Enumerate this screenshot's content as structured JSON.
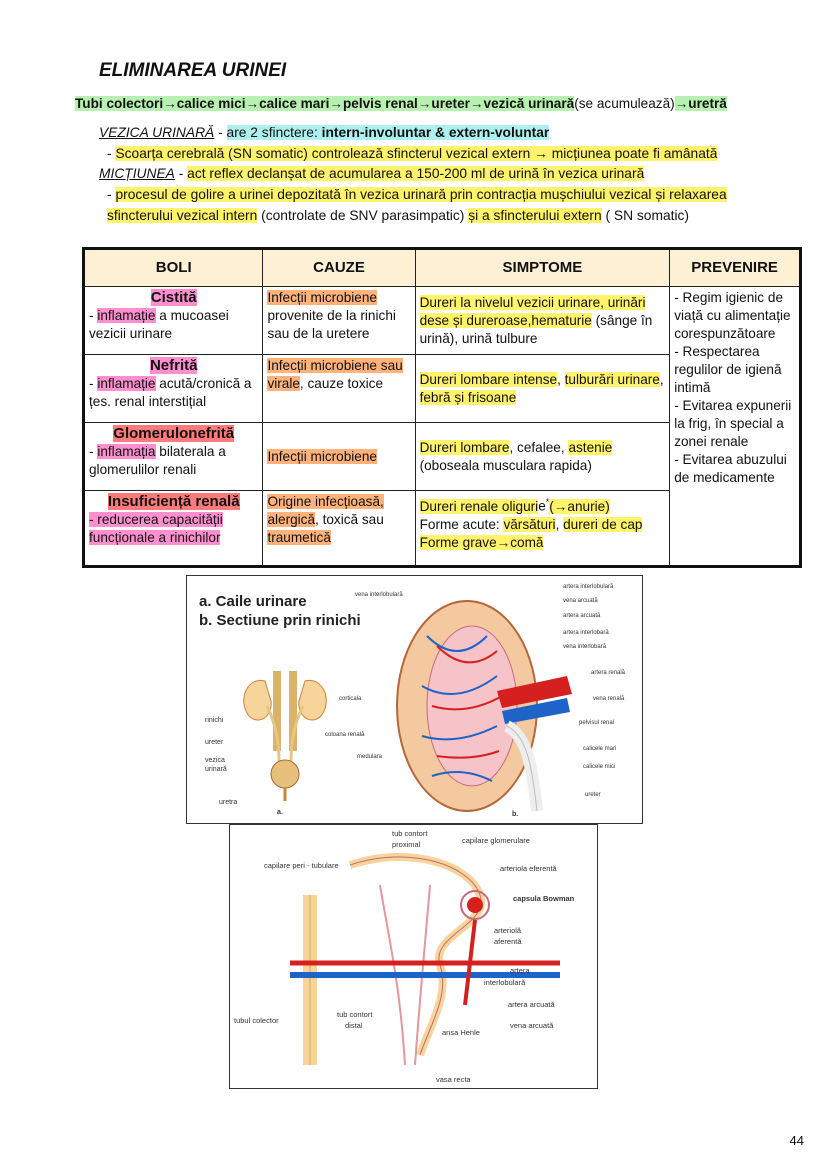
{
  "title": "ELIMINAREA URINEI",
  "flow": {
    "p1": "Tubi colectori",
    "a1": "→",
    "p2": "calice mici",
    "a2": "→",
    "p3": "calice mari",
    "a3": "→",
    "p4": "pelvis renal",
    "a4": "→",
    "p5": "ureter",
    "a5": "→",
    "p6": "vezică urinară",
    "p6b": "(se acumulează)",
    "a6": "→",
    "p7": "uretră"
  },
  "vezica": {
    "label": "VEZICA URINARĂ",
    "sep": " - ",
    "text1": "are 2 sfinctere: ",
    "text2": "intern-involuntar & extern-voluntar"
  },
  "scoarta": {
    "dash": "- ",
    "text": "Scoarța cerebrală (SN somatic) controlează sfincterul vezical extern → micțiunea poate fi amânată"
  },
  "mictiunea": {
    "label": "MICȚIUNEA",
    "sep": " - ",
    "text": "act reflex declanșat de acumularea a 150-200 ml de urină în vezica urinară"
  },
  "proces": {
    "dash": "- ",
    "l1": "procesul de golire a urinei depozitată în vezica urinară prin contracția mușchiului vezical și relaxarea",
    "l2a": "sfincterului vezical intern",
    "l2b": " (controlate de SNV parasimpatic) ",
    "l2c": "și a sfincterului extern",
    "l2d": " ( SN somatic)"
  },
  "table": {
    "headers": [
      "BOLI",
      "CAUZE",
      "SIMPTOME",
      "PREVENIRE"
    ],
    "rows": [
      {
        "name": "Cistită",
        "d1": "- ",
        "d2": "inflamație",
        "d3": " a mucoasei vezicii urinare",
        "c1": "Infecții microbiene",
        "c2": " provenite de la rinichi sau de la uretere",
        "s1": "Dureri la nivelul vezicii urinare, urinări dese și dureroase,hematurie",
        "s2": " (sânge în urină), urină tulbure"
      },
      {
        "name": "Nefrită",
        "d1": "- ",
        "d2": "inflamație",
        "d3": " acută/cronică a țes. renal interstițial",
        "c1": "Infecții microbiene sau virale",
        "c2": ", cauze toxice",
        "s1": "Dureri lombare intense",
        "s2": ", ",
        "s3": "tulburări urinare",
        "s4": ", ",
        "s5": "febră și frisoane"
      },
      {
        "name": "Glomerulonefrită",
        "d1": "- ",
        "d2": "inflamația",
        "d3": " bilaterala a glomerulilor renali",
        "c1": "Infecții microbiene",
        "s1": "Dureri lombare",
        "s2": ", cefalee, ",
        "s3": "astenie",
        "s4": " (oboseala musculara rapida)"
      },
      {
        "name": "Insuficiență renală",
        "d1": "- reducerea capacității funcționale a rinichilor",
        "c1": "Origine infecțioasă, alergică",
        "c2": ", toxică sau ",
        "c3": "traumetică",
        "s1": "Dureri renale oliguri",
        "s1b": "e",
        "s1c": "*",
        "s1d": "(→anurie)",
        "s2a": "Forme acute: ",
        "s2b": "vărsături",
        "s2c": ", ",
        "s2d": "dureri de cap",
        "s3": "Forme grave→comă"
      }
    ],
    "prevenire": "- Regim igienic de viață cu alimentație corespunzătoare\n- Respectarea regulilor de igienă intimă\n- Evitarea expunerii la frig, în special a zonei renale\n- Evitarea abuzului de medicamente"
  },
  "fig1": {
    "title_a": "a. Caile urinare",
    "title_b": "b. Sectiune prin rinichi",
    "labels_a": [
      "rinichi",
      "ureter",
      "vezica",
      "urinară",
      "uretra",
      "a."
    ],
    "labels_b_left": [
      "vena interlobulară",
      "corticala",
      "coloana renală",
      "medulara",
      "b."
    ],
    "labels_b_right": [
      "artera interlobulară",
      "vena arcuată",
      "artera arcuată",
      "artera interlobară",
      "vena interlobară",
      "artera renală",
      "vena renală",
      "pelvisul renal",
      "calicele mari",
      "calicele mici",
      "ureter"
    ]
  },
  "fig2": {
    "labels": [
      "tub contort",
      "proximal",
      "capilare glomerulare",
      "capilare peri - tubulare",
      "arteriola eferentă",
      "capsula Bowman",
      "arteriolă",
      "aferentă",
      "artera",
      "interlobulară",
      "artera arcuată",
      "vena arcuată",
      "tubul colector",
      "tub contort",
      "distal",
      "ansa Henle",
      "vasa recta"
    ]
  },
  "page_number": "44"
}
